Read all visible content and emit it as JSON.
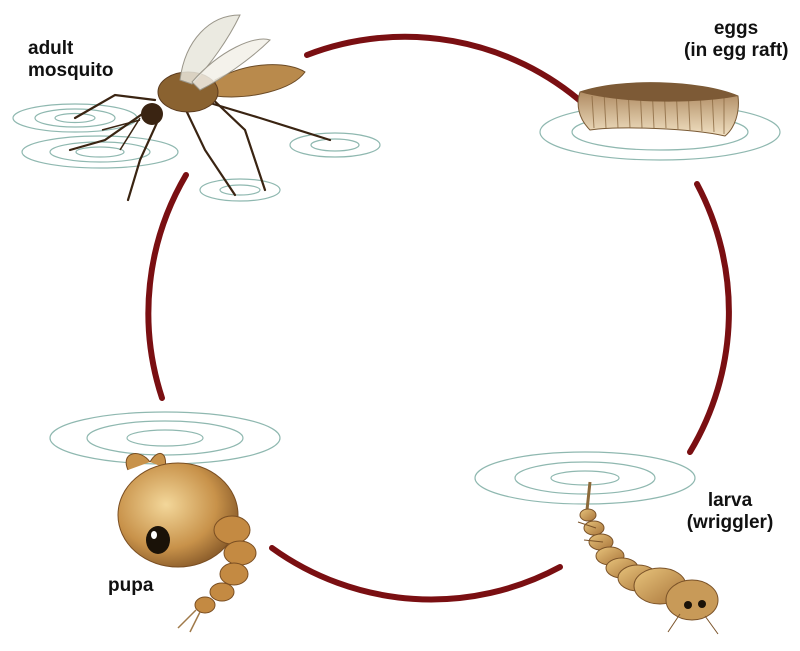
{
  "diagram": {
    "type": "life-cycle",
    "stages": [
      {
        "id": "adult",
        "lines": [
          "adult",
          "mosquito"
        ],
        "illustration": "adult-mosquito-illustration"
      },
      {
        "id": "eggs",
        "lines": [
          "eggs",
          "(in egg raft)"
        ],
        "illustration": "egg-raft-illustration"
      },
      {
        "id": "larva",
        "lines": [
          "larva",
          "(wriggler)"
        ],
        "illustration": "larva-illustration"
      },
      {
        "id": "pupa",
        "lines": [
          "pupa"
        ],
        "illustration": "pupa-illustration"
      }
    ],
    "colors": {
      "cycle_arc": "#7a0f12",
      "water_ripple": "#8fb8b0",
      "insect_body": "#c8924a",
      "insect_dark": "#5a3a1e",
      "label_text": "#111111"
    }
  }
}
